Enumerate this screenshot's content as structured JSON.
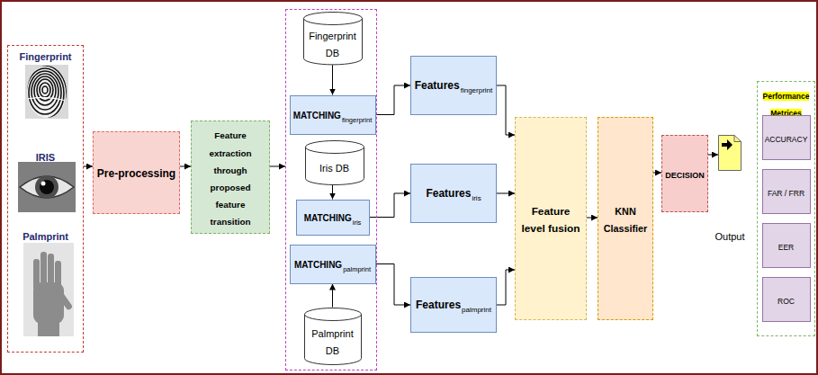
{
  "diagram": {
    "nodes": [
      {
        "text": [
          "Fingerprint",
          "IRIS",
          "Palmprint"
        ]
      },
      {
        "text": [
          "Pre-processing"
        ]
      },
      {
        "text": [
          "Feature extraction through proposed feature transition"
        ]
      },
      {
        "text": []
      },
      {
        "text": [
          "Fingerprint DB"
        ],
        "in": 3
      },
      {
        "text": [
          "MATCHING",
          "fingerprint"
        ],
        "in": 3
      },
      {
        "text": [
          "Iris DB"
        ],
        "in": 3
      },
      {
        "text": [
          "MATCHING",
          "iris"
        ],
        "in": 3
      },
      {
        "text": [
          "MATCHING",
          "palmprint"
        ],
        "in": 3
      },
      {
        "text": [
          "Palmprint DB"
        ],
        "in": 3
      },
      {
        "text": [
          "Features",
          "fingerprint"
        ]
      },
      {
        "text": [
          "Features",
          "iris"
        ]
      },
      {
        "text": [
          "Features",
          "palmprint"
        ]
      },
      {
        "text": [
          "Feature level fusion"
        ]
      },
      {
        "text": [
          "KNN Classifier"
        ]
      },
      {
        "text": [
          "DECISION"
        ]
      },
      {
        "text": [
          "Output"
        ]
      },
      {
        "text": [
          "Performance Metrices"
        ]
      },
      {
        "text": [
          "ACCURACY"
        ],
        "in": 17
      },
      {
        "text": [
          "FAR / FRR"
        ],
        "in": 17
      },
      {
        "text": [
          "EER"
        ],
        "in": 17
      },
      {
        "text": [
          "ROC"
        ],
        "in": 17
      }
    ],
    "edges": [
      {
        "from": 0,
        "to": 1,
        "arrow": "to"
      },
      {
        "from": 1,
        "to": 2,
        "arrow": "to"
      },
      {
        "from": 2,
        "to": 3,
        "arrow": "to"
      },
      {
        "from": 4,
        "to": 5,
        "arrow": "to"
      },
      {
        "from": 6,
        "to": 7,
        "arrow": "to"
      },
      {
        "from": 9,
        "to": 8,
        "arrow": "to"
      },
      {
        "from": 5,
        "to": 10,
        "arrow": "to"
      },
      {
        "from": 7,
        "to": 11,
        "arrow": "to"
      },
      {
        "from": 8,
        "to": 12,
        "arrow": "to"
      },
      {
        "from": 10,
        "to": 13,
        "arrow": "to"
      },
      {
        "from": 11,
        "to": 13,
        "arrow": "to"
      },
      {
        "from": 12,
        "to": 13,
        "arrow": "to"
      },
      {
        "from": 13,
        "to": 14,
        "arrow": "to"
      },
      {
        "from": 14,
        "to": 15,
        "arrow": "to"
      },
      {
        "from": 15,
        "to": 16,
        "arrow": "to"
      }
    ]
  }
}
